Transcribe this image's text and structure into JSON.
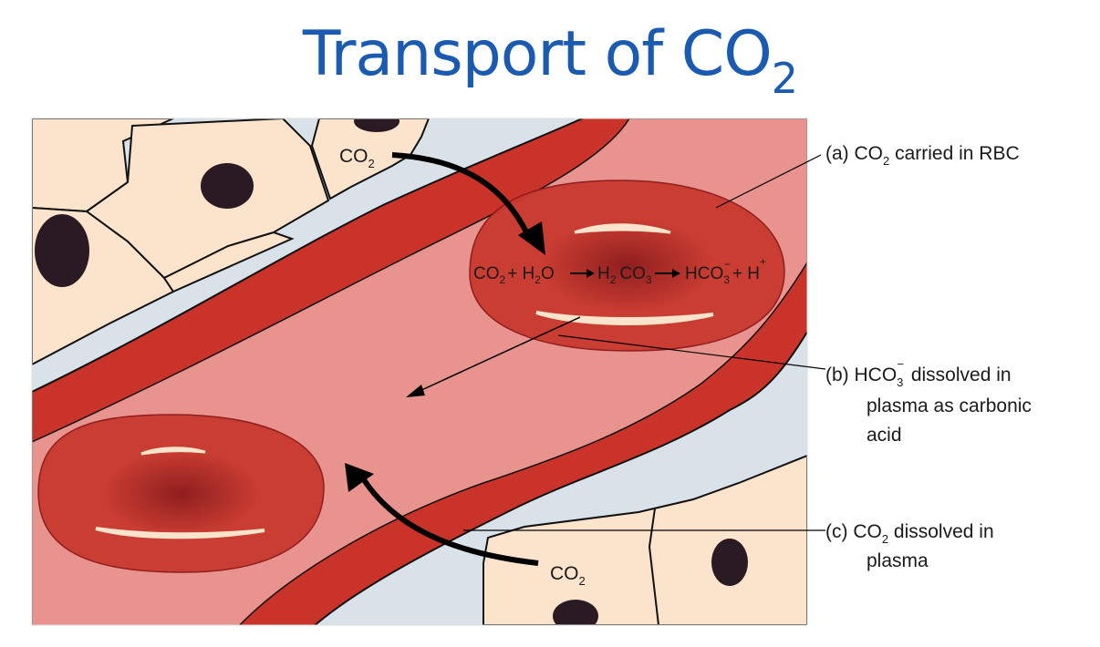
{
  "title": {
    "main": "Transport of CO",
    "sub": "2"
  },
  "colors": {
    "title": "#1a5ab0",
    "cell_fill": "#fbe3cc",
    "nucleus": "#2a1a24",
    "interstitial": "#d9e2e8",
    "vessel_wall": "#c9332a",
    "plasma": "#e8938d",
    "rbc": "#c93a2f",
    "rbc_dark": "#8c1a1a"
  },
  "diagram": {
    "co2_top": {
      "main": "CO",
      "sub": "2"
    },
    "co2_bottom": {
      "main": "CO",
      "sub": "2"
    },
    "equation": {
      "co2": "CO",
      "co2_sub": "2",
      "plus1": "+ H",
      "h2o_sub": "2",
      "o": "O",
      "h2co3": "H",
      "h2co3_sub": "2",
      "co3": "CO",
      "co3_sub": "3",
      "hco3": "HCO",
      "hco3_sub": "3",
      "hco3_sup": "−",
      "plus2": "+ H",
      "h_sup": "+"
    }
  },
  "labels": {
    "a": {
      "prefix": "(a) CO",
      "sub": "2",
      "suffix": " carried in RBC"
    },
    "b": {
      "prefix": "(b) HCO",
      "sub": "3",
      "sup": "−",
      "suffix": " dissolved in",
      "line2": "plasma as carbonic",
      "line3": "acid"
    },
    "c": {
      "prefix": "(c) CO",
      "sub": "2",
      "suffix": " dissolved in",
      "line2": "plasma"
    }
  }
}
